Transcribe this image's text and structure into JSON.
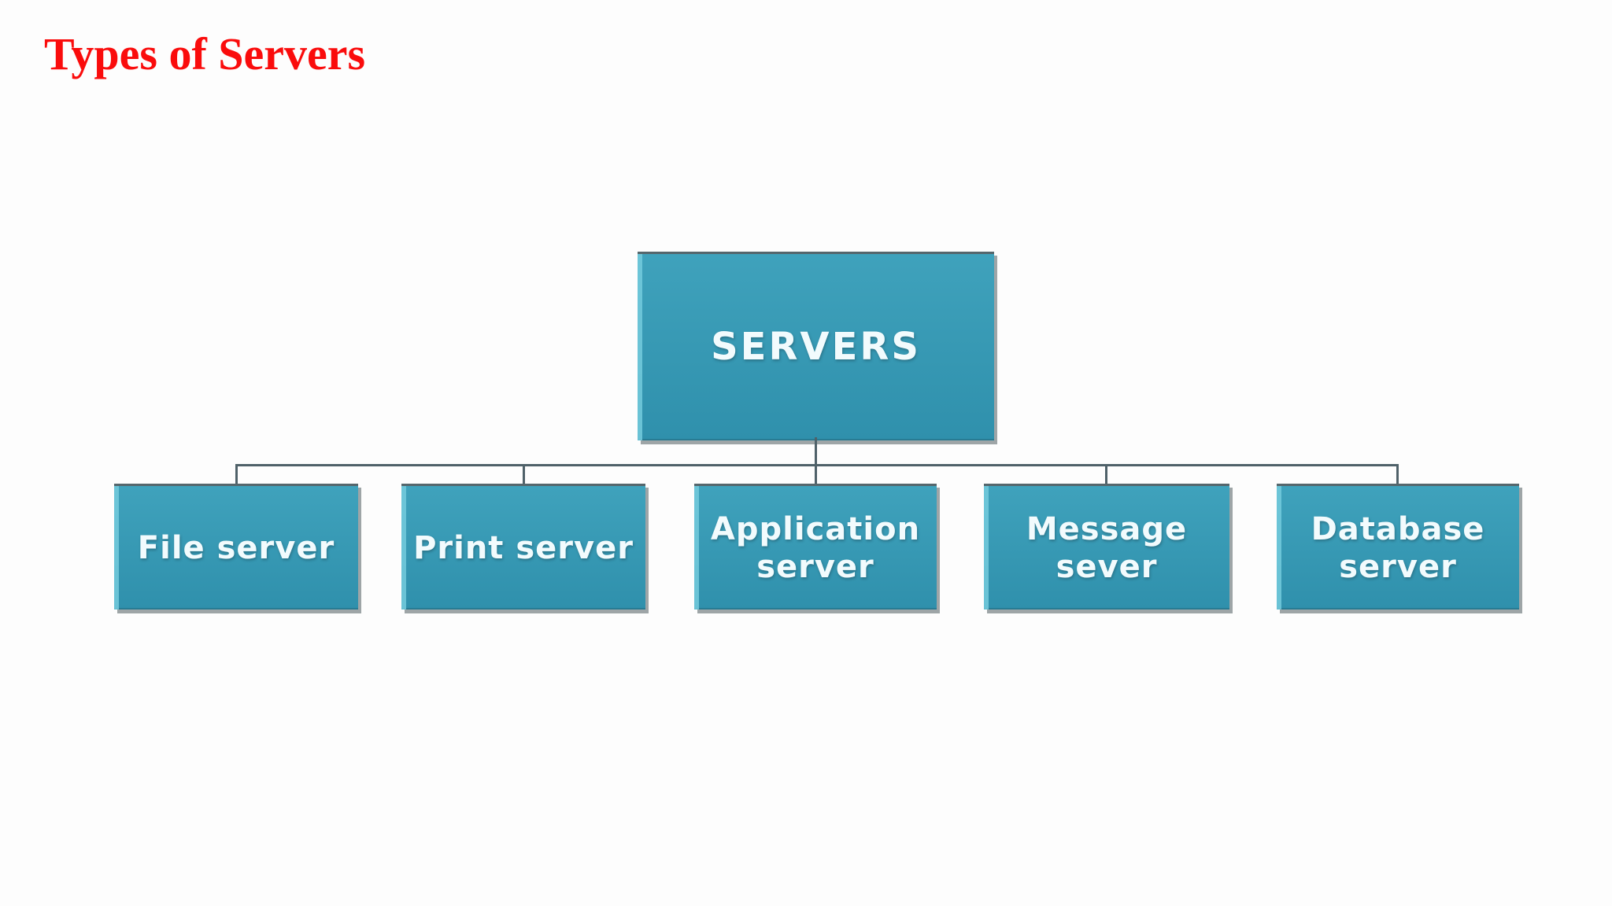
{
  "title": {
    "text": "Types of Servers"
  },
  "diagram": {
    "root": {
      "label": "SERVERS"
    },
    "children": [
      {
        "label": "File server"
      },
      {
        "label": "Print server"
      },
      {
        "label": "Application\nserver"
      },
      {
        "label": "Message\nsever"
      },
      {
        "label": "Database\nserver"
      }
    ]
  },
  "colors": {
    "box_fill_top": "#3fa2bc",
    "box_fill_bottom": "#2f90ac",
    "box_highlight": "#74cbdd",
    "box_edge": "#55666c",
    "box_shadow": "#6b767a",
    "line": "#4f6169",
    "text": "#f2fbfd",
    "title": "#fa0c0c",
    "background": "#fdfdfd"
  }
}
